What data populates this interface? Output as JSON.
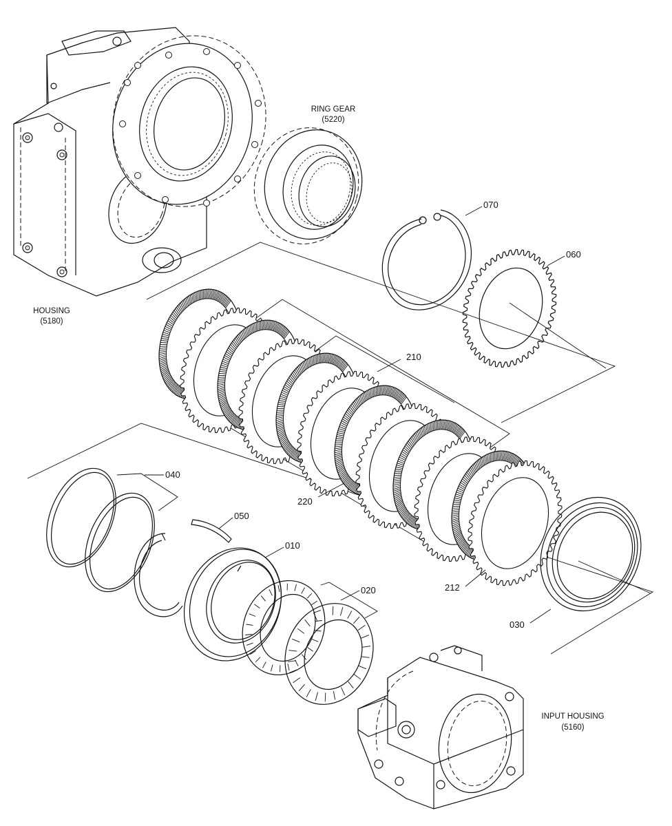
{
  "labels": {
    "ring_gear_name": "RING GEAR",
    "ring_gear_code": "(5220)",
    "housing_name": "HOUSING",
    "housing_code": "(5180)",
    "input_housing_name": "INPUT HOUSING",
    "input_housing_code": "(5160)",
    "p070": "070",
    "p060": "060",
    "p210": "210",
    "p220": "220",
    "p040": "040",
    "p050": "050",
    "p010": "010",
    "p020": "020",
    "p212": "212",
    "p030": "030"
  }
}
